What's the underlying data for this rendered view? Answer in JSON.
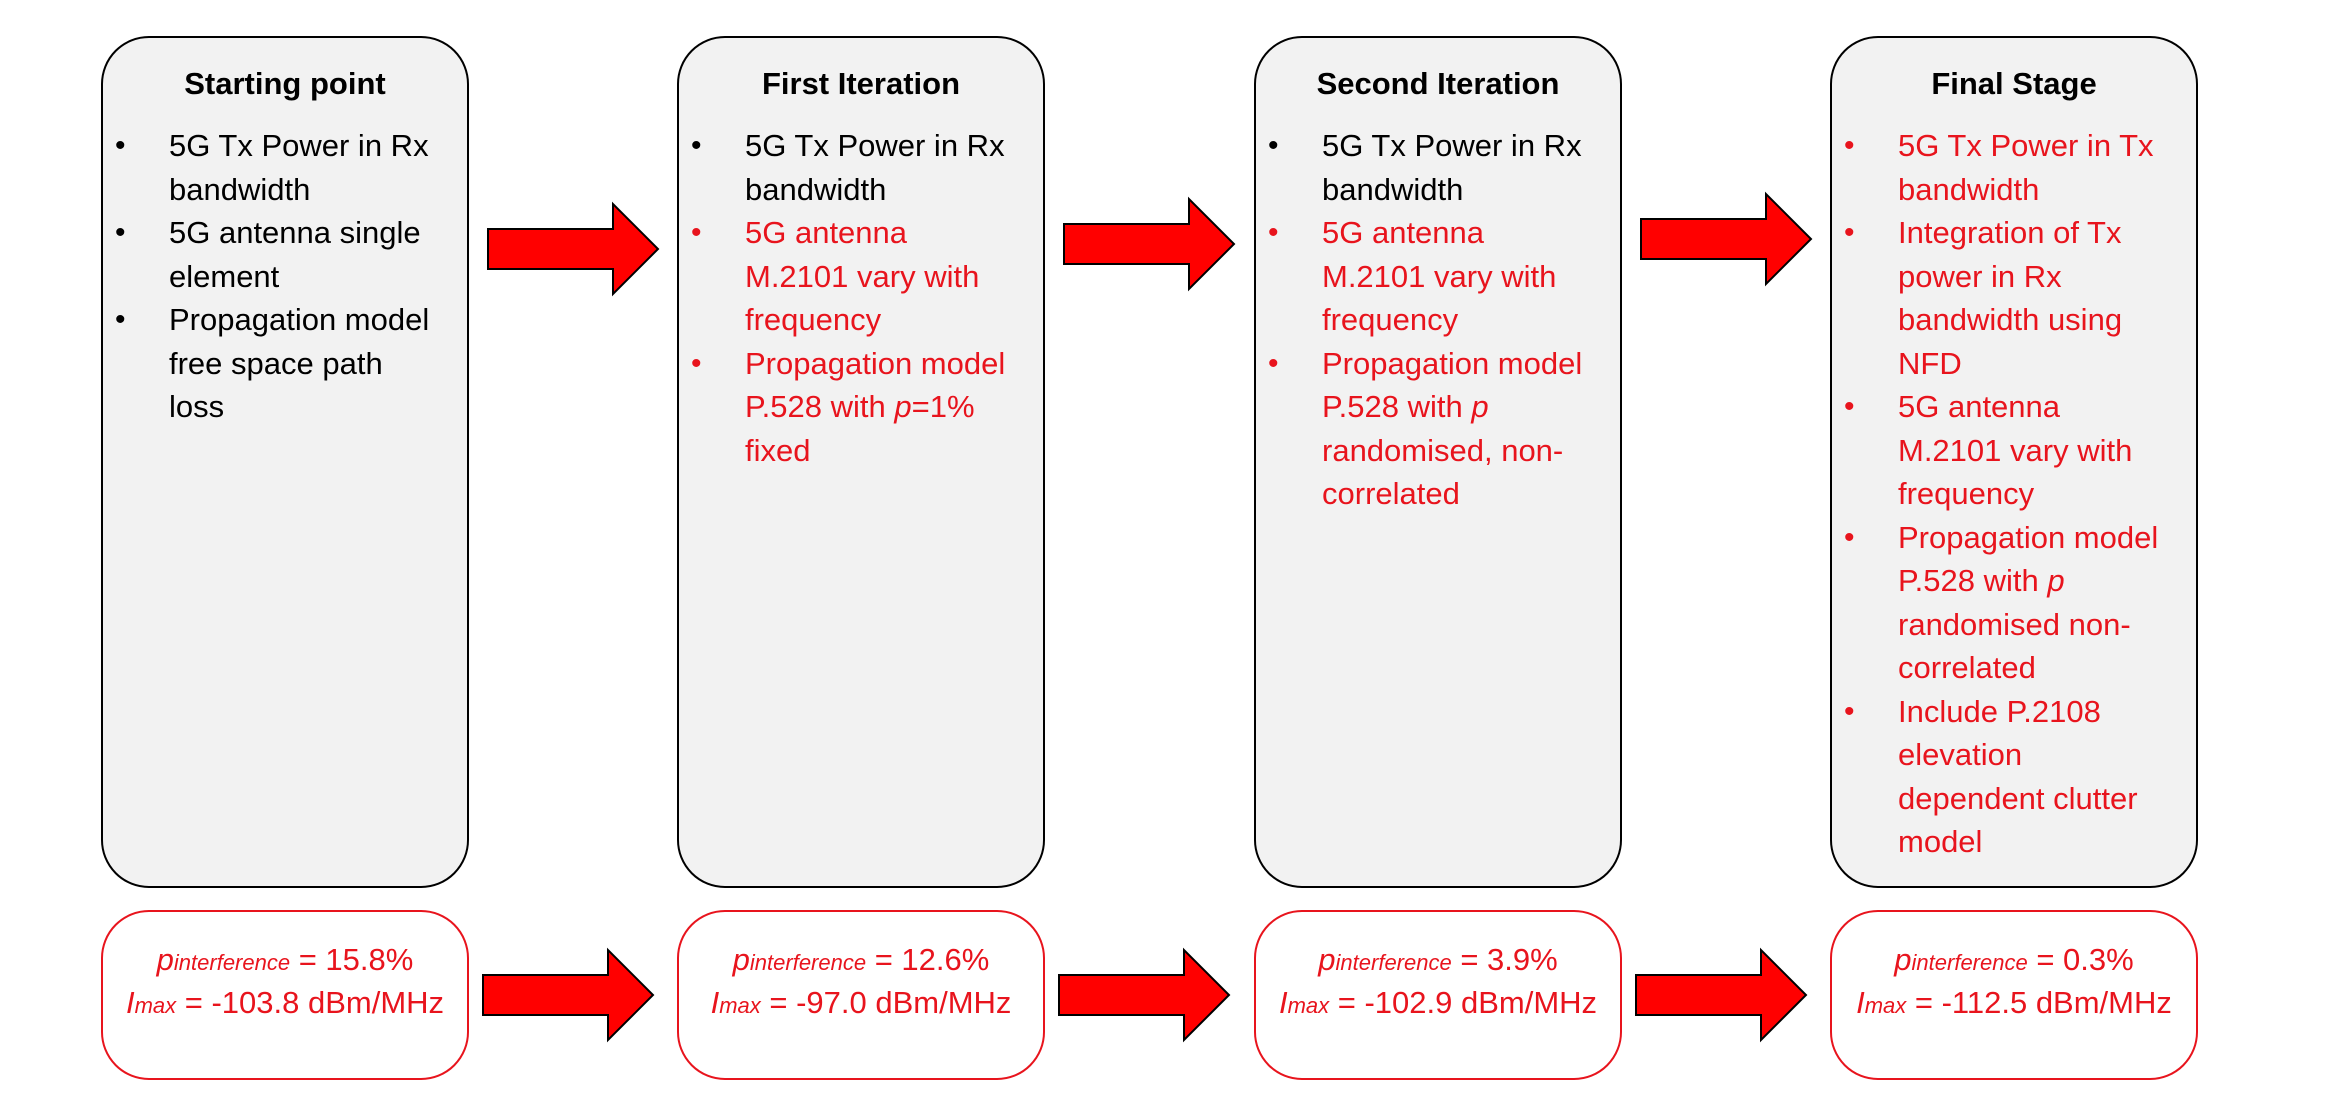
{
  "stages": [
    {
      "title": "Starting point",
      "items": [
        {
          "text": "5G Tx Power in Rx bandwidth",
          "color": "black",
          "lines": [
            "5G Tx Power in Rx",
            "bandwidth"
          ]
        },
        {
          "text": "5G antenna single element",
          "color": "black",
          "lines": [
            "5G antenna single",
            "element"
          ]
        },
        {
          "text": "Propagation model free space path loss",
          "color": "black",
          "lines": [
            "Propagation model",
            "free space path",
            "loss"
          ]
        }
      ],
      "result": {
        "p_symbol": "p",
        "p_subscript": "interference",
        "p_value": " = 15.8%",
        "i_symbol": "I",
        "i_subscript": "max",
        "i_value": " = -103.8 dBm/MHz"
      }
    },
    {
      "title": "First Iteration",
      "items": [
        {
          "text": "5G Tx Power in Rx bandwidth",
          "color": "black",
          "lines": [
            "5G Tx Power in Rx",
            "bandwidth"
          ]
        },
        {
          "text": "5G antenna M.2101 vary with frequency",
          "color": "red",
          "lines": [
            "5G antenna",
            "M.2101 vary with",
            "frequency"
          ]
        },
        {
          "text": "Propagation model P.528 with p=1% fixed",
          "color": "red",
          "lines": [
            "Propagation model",
            "P.528 with _p_=1%",
            "fixed"
          ]
        }
      ],
      "result": {
        "p_symbol": "p",
        "p_subscript": "interference",
        "p_value": " = 12.6%",
        "i_symbol": "I",
        "i_subscript": "max",
        "i_value": " = -97.0 dBm/MHz"
      }
    },
    {
      "title": "Second Iteration",
      "items": [
        {
          "text": "5G Tx Power in Rx bandwidth",
          "color": "black",
          "lines": [
            "5G Tx Power in Rx",
            "bandwidth"
          ]
        },
        {
          "text": "5G antenna M.2101 vary with frequency",
          "color": "red",
          "lines": [
            "5G antenna",
            "M.2101 vary with",
            "frequency"
          ]
        },
        {
          "text": "Propagation model P.528 with p randomised, non-correlated",
          "color": "red",
          "lines": [
            "Propagation model",
            "P.528 with _p_",
            "randomised, non-",
            "correlated"
          ]
        }
      ],
      "result": {
        "p_symbol": "p",
        "p_subscript": "interference",
        "p_value": " = 3.9%",
        "i_symbol": "I",
        "i_subscript": "max",
        "i_value": " = -102.9 dBm/MHz"
      }
    },
    {
      "title": "Final Stage",
      "items": [
        {
          "text": "5G Tx Power in Tx bandwidth",
          "color": "red",
          "lines": [
            "5G Tx Power in Tx",
            "bandwidth"
          ]
        },
        {
          "text": "Integration of Tx power in Rx bandwidth using NFD",
          "color": "red",
          "lines": [
            "Integration of Tx",
            "power in Rx",
            "bandwidth using",
            "NFD"
          ]
        },
        {
          "text": "5G antenna M.2101 vary with frequency",
          "color": "red",
          "lines": [
            "5G antenna",
            "M.2101 vary with",
            "frequency"
          ]
        },
        {
          "text": "Propagation model P.528 with p randomised non-correlated",
          "color": "red",
          "lines": [
            "Propagation model",
            "P.528 with _p_",
            "randomised non-",
            "correlated"
          ]
        },
        {
          "text": "Include P.2108 elevation dependent clutter model",
          "color": "red",
          "lines": [
            "Include P.2108",
            "elevation",
            "dependent clutter",
            "model"
          ]
        }
      ],
      "result": {
        "p_symbol": "p",
        "p_subscript": "interference",
        "p_value": " = 0.3%",
        "i_symbol": "I",
        "i_subscript": "max",
        "i_value": " = -112.5 dBm/MHz"
      }
    }
  ],
  "colors": {
    "accent_red": "#e8141d",
    "stage_fill": "#f2f2f2",
    "border_black": "#000000",
    "arrow_fill": "#ff0000"
  },
  "icons": {
    "flow_arrow": "right-arrow-icon",
    "bullet": "bullet-icon"
  }
}
